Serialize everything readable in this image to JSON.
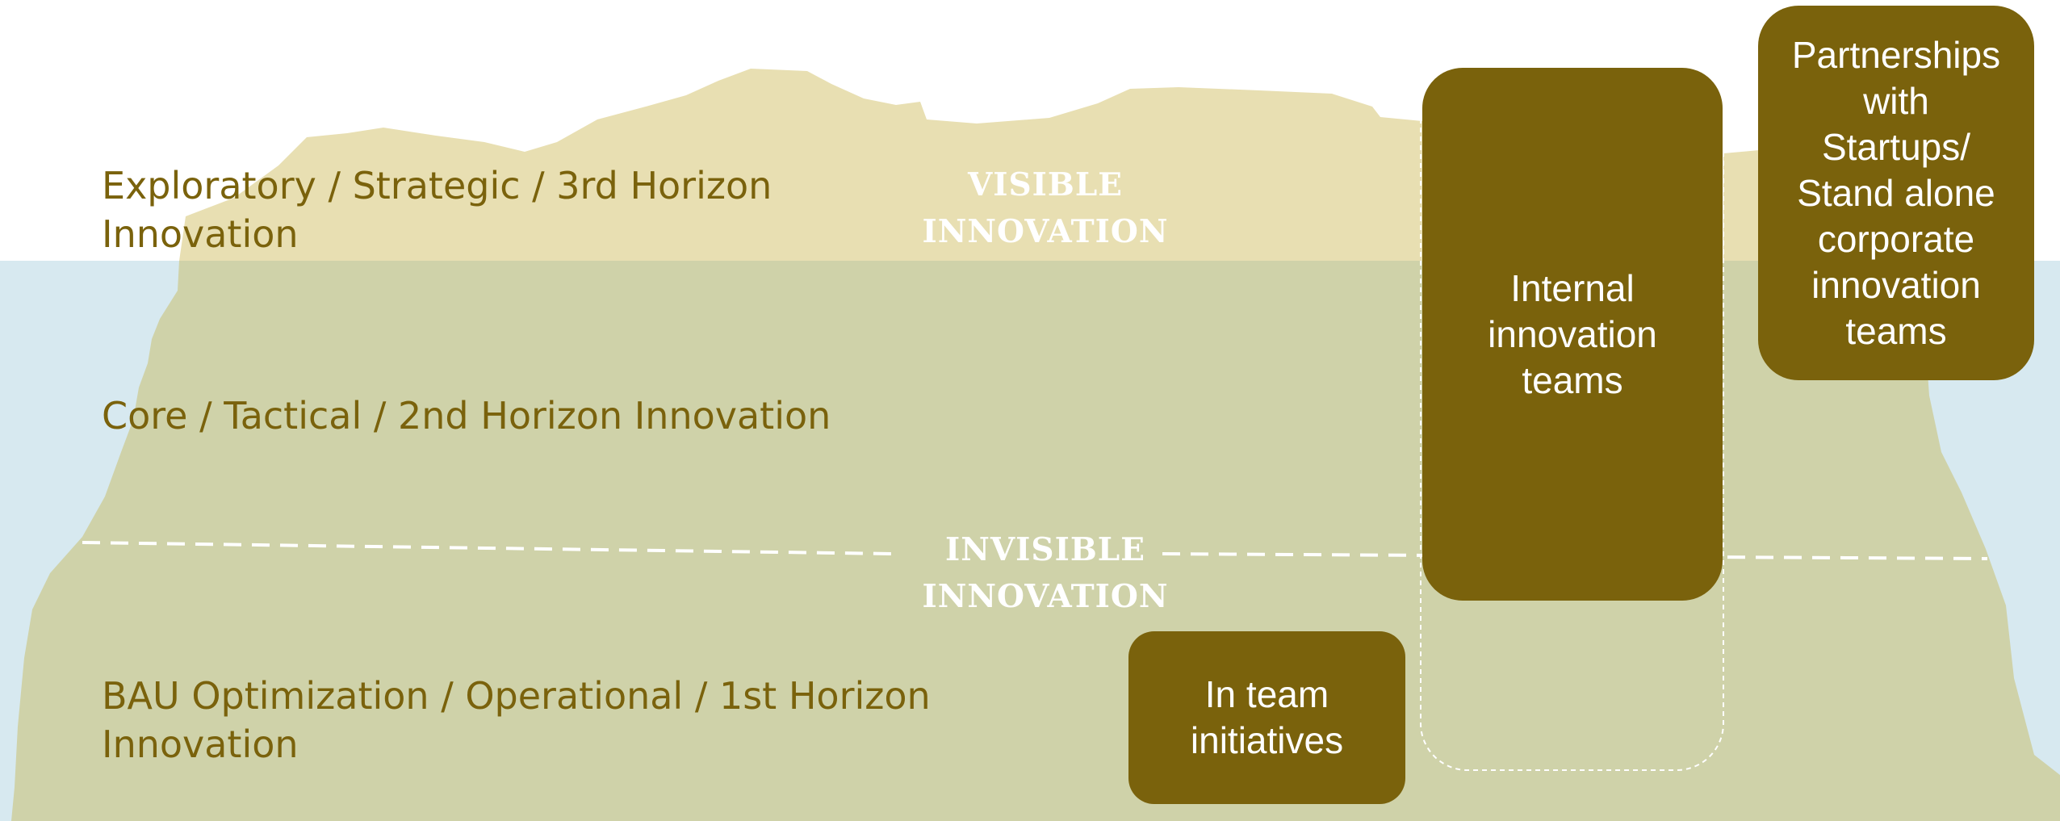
{
  "colors": {
    "water": "#d7e9f0",
    "iceberg_above": "#e8dfb2",
    "iceberg_below": "#cfd2a9",
    "box_fill": "#7a620c",
    "label_text": "#7a620c",
    "zone_text": "#ffffff",
    "divider": "#ffffff"
  },
  "levels": {
    "horizon3": "Exploratory / Strategic / 3rd Horizon\nInnovation",
    "horizon2": "Core / Tactical / 2nd Horizon Innovation",
    "horizon1": "BAU Optimization / Operational / 1st Horizon\nInnovation"
  },
  "zones": {
    "visible": "VISIBLE\nINNOVATION",
    "invisible": "INVISIBLE\nINNOVATION"
  },
  "boxes": {
    "partnerships": "Partnerships\nwith\nStartups/\nStand alone\ncorporate\ninnovation\nteams",
    "internal": "Internal\ninnovation\nteams",
    "in_team": "In team\ninitiatives"
  }
}
